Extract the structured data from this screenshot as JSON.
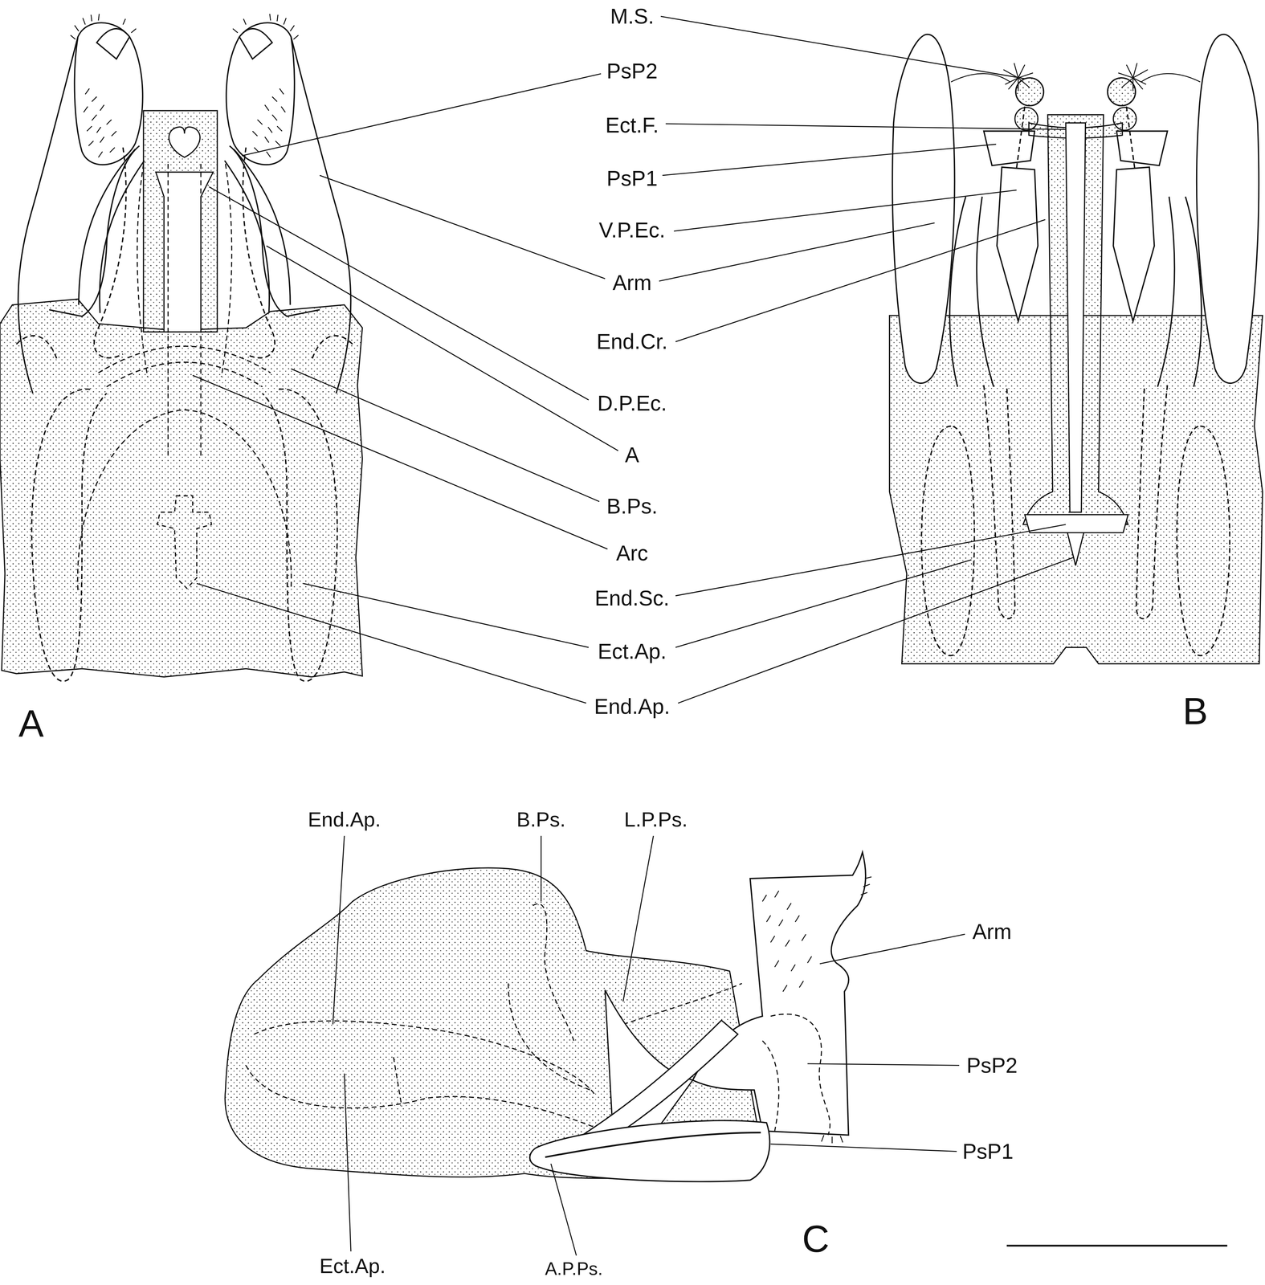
{
  "diagram": {
    "labels": [
      "M.S.",
      "PsP2",
      "Ect.F.",
      "PsP1",
      "V.P.Ec.",
      "Arm",
      "End.Cr.",
      "D.P.Ec.",
      "A",
      "B.Ps.",
      "Arc",
      "End.Sc.",
      "Ect.Ap.",
      "End.Ap.",
      "A",
      "B",
      "End.Ap.",
      "B.Ps.",
      "L.P.Ps.",
      "Arm",
      "PsP2",
      "PsP1",
      "C",
      "Ect.Ap.",
      "A.P.Ps."
    ]
  }
}
